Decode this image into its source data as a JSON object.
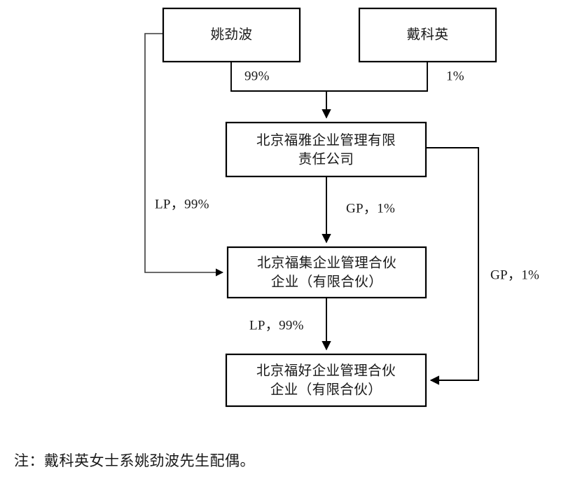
{
  "diagram": {
    "type": "org-ownership-chart",
    "nodes": [
      {
        "id": "yao",
        "label_line1": "姚劲波",
        "label_line2": ""
      },
      {
        "id": "dai",
        "label_line1": "戴科英",
        "label_line2": ""
      },
      {
        "id": "fuya",
        "label_line1": "北京福雅企业管理有限",
        "label_line2": "责任公司"
      },
      {
        "id": "fuji",
        "label_line1": "北京福集企业管理合伙",
        "label_line2": "企业（有限合伙）"
      },
      {
        "id": "fuhao",
        "label_line1": "北京福好企业管理合伙",
        "label_line2": "企业（有限合伙）"
      }
    ],
    "edges": [
      {
        "id": "yao-fuya",
        "from": "yao",
        "to": "fuya",
        "label": "99%"
      },
      {
        "id": "dai-fuya",
        "from": "dai",
        "to": "fuya",
        "label": "1%"
      },
      {
        "id": "fuya-fuji",
        "from": "fuya",
        "to": "fuji",
        "label": "GP，1%"
      },
      {
        "id": "yao-fuji",
        "from": "yao",
        "to": "fuji",
        "label": "LP，99%"
      },
      {
        "id": "fuji-fuhao",
        "from": "fuji",
        "to": "fuhao",
        "label": "LP，99%"
      },
      {
        "id": "fuya-fuhao",
        "from": "fuya",
        "to": "fuhao",
        "label": "GP，1%"
      }
    ]
  },
  "note": {
    "text": "注：戴科英女士系姚劲波先生配偶。"
  },
  "colors": {
    "background": "#ffffff",
    "stroke": "#000000",
    "text": "#1a1a1a"
  }
}
